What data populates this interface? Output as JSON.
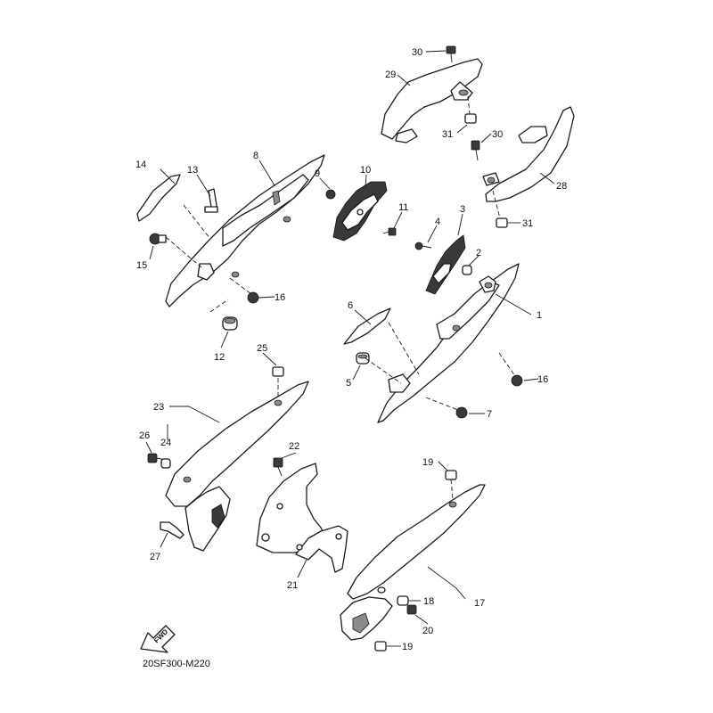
{
  "diagram": {
    "code": "20SF300-M220",
    "fwd_label": "FWD",
    "callouts": [
      {
        "id": "c1",
        "text": "1"
      },
      {
        "id": "c2",
        "text": "2"
      },
      {
        "id": "c3",
        "text": "3"
      },
      {
        "id": "c4",
        "text": "4"
      },
      {
        "id": "c5",
        "text": "5"
      },
      {
        "id": "c6",
        "text": "6"
      },
      {
        "id": "c7",
        "text": "7"
      },
      {
        "id": "c8",
        "text": "8"
      },
      {
        "id": "c9",
        "text": "9"
      },
      {
        "id": "c10",
        "text": "10"
      },
      {
        "id": "c11",
        "text": "11"
      },
      {
        "id": "c12",
        "text": "12"
      },
      {
        "id": "c13",
        "text": "13"
      },
      {
        "id": "c14",
        "text": "14"
      },
      {
        "id": "c15",
        "text": "15"
      },
      {
        "id": "c16a",
        "text": "16"
      },
      {
        "id": "c16b",
        "text": "16"
      },
      {
        "id": "c17",
        "text": "17"
      },
      {
        "id": "c18",
        "text": "18"
      },
      {
        "id": "c19a",
        "text": "19"
      },
      {
        "id": "c19b",
        "text": "19"
      },
      {
        "id": "c20",
        "text": "20"
      },
      {
        "id": "c21",
        "text": "21"
      },
      {
        "id": "c22",
        "text": "22"
      },
      {
        "id": "c23",
        "text": "23"
      },
      {
        "id": "c24",
        "text": "24"
      },
      {
        "id": "c25",
        "text": "25"
      },
      {
        "id": "c26",
        "text": "26"
      },
      {
        "id": "c27",
        "text": "27"
      },
      {
        "id": "c28",
        "text": "28"
      },
      {
        "id": "c29",
        "text": "29"
      },
      {
        "id": "c30a",
        "text": "30"
      },
      {
        "id": "c30b",
        "text": "30"
      },
      {
        "id": "c31a",
        "text": "31"
      },
      {
        "id": "c31b",
        "text": "31"
      }
    ]
  }
}
